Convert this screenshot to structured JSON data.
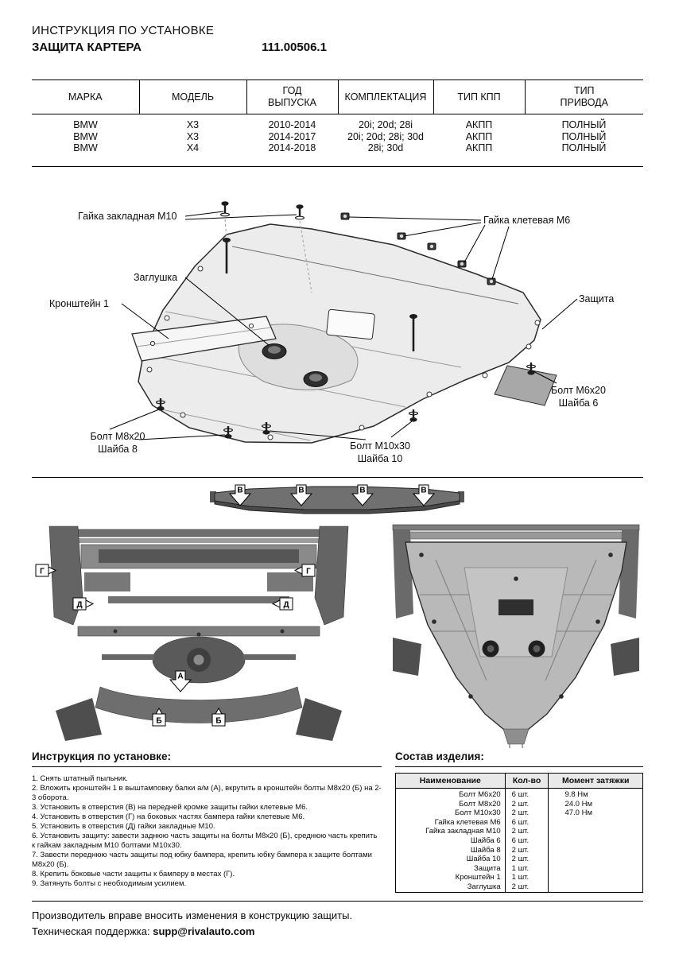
{
  "header": {
    "doc_type": "ИНСТРУКЦИЯ ПО УСТАНОВКЕ",
    "title": "ЗАЩИТА КАРТЕРА",
    "part_number": "111.00506.1"
  },
  "fitment_table": {
    "headers": [
      "МАРКА",
      "МОДЕЛЬ",
      "ГОД\nВЫПУСКА",
      "КОМПЛЕКТАЦИЯ",
      "ТИП КПП",
      "ТИП\nПРИВОДА"
    ],
    "rows": [
      [
        "BMW",
        "X3",
        "2010-2014",
        "20i; 20d; 28i",
        "АКПП",
        "ПОЛНЫЙ"
      ],
      [
        "BMW",
        "X3",
        "2014-2017",
        "20i; 20d; 28i; 30d",
        "АКПП",
        "ПОЛНЫЙ"
      ],
      [
        "BMW",
        "X4",
        "2014-2018",
        "28i; 30d",
        "АКПП",
        "ПОЛНЫЙ"
      ]
    ]
  },
  "diagram_labels": {
    "nut_m10": "Гайка закладная М10",
    "nut_m6": "Гайка клетевая М6",
    "plug": "Заглушка",
    "bracket": "Кронштейн 1",
    "shield": "Защита",
    "bolt_m6": "Болт М6х20",
    "washer_6": "Шайба 6",
    "bolt_m8": "Болт М8х20",
    "washer_8": "Шайба 8",
    "bolt_m10": "Болт М10х30",
    "washer_10": "Шайба 10"
  },
  "markers": {
    "a": "А",
    "b": "Б",
    "v": "В",
    "g": "Г",
    "d": "Д"
  },
  "instructions": {
    "title": "Инструкция по установке:",
    "steps": [
      "1. Снять штатный пыльник.",
      "2. Вложить кронштейн 1 в выштамповку балки а/м (А), вкрутить в кронштейн болты М8х20 (Б) на 2-3 оборота.",
      "3. Установить в отверстия (В) на передней кромке защиты гайки клетевые М6.",
      "4. Установить в отверстия (Г) на боковых частях бампера гайки клетевые М6.",
      "5. Установить в отверстия (Д) гайки закладные М10.",
      "6. Установить защиту: завести заднюю часть защиты на болты М8х20 (Б), среднюю часть крепить к гайкам закладным М10 болтами М10х30.",
      "7. Завести переднюю часть защиты под юбку бампера, крепить юбку бампера к защите болтами М8х20 (Б).",
      "8. Крепить боковые части защиты к бамперу в местах (Г).",
      "9. Затянуть болты с необходимым усилием."
    ]
  },
  "parts_table": {
    "title": "Состав изделия:",
    "headers": [
      "Наименование",
      "Кол-во",
      "Момент затяжки"
    ],
    "rows": [
      [
        "Болт М6х20",
        "6 шт.",
        "9.8 Нм"
      ],
      [
        "Болт М8х20",
        "2 шт.",
        "24.0 Нм"
      ],
      [
        "Болт М10х30",
        "2 шт.",
        "47.0 Нм"
      ],
      [
        "Гайка клетевая М6",
        "6 шт.",
        ""
      ],
      [
        "Гайка закладная М10",
        "2 шт.",
        ""
      ],
      [
        "Шайба 6",
        "6 шт.",
        ""
      ],
      [
        "Шайба 8",
        "2 шт.",
        ""
      ],
      [
        "Шайба 10",
        "2 шт.",
        ""
      ],
      [
        "Защита",
        "1 шт.",
        ""
      ],
      [
        "Кронштейн 1",
        "1 шт.",
        ""
      ],
      [
        "Заглушка",
        "2 шт.",
        ""
      ]
    ]
  },
  "footer": {
    "note": "Производитель вправе вносить изменения в конструкцию защиты.",
    "support_label": "Техническая поддержка:",
    "support_email": "supp@rivalauto.com"
  }
}
